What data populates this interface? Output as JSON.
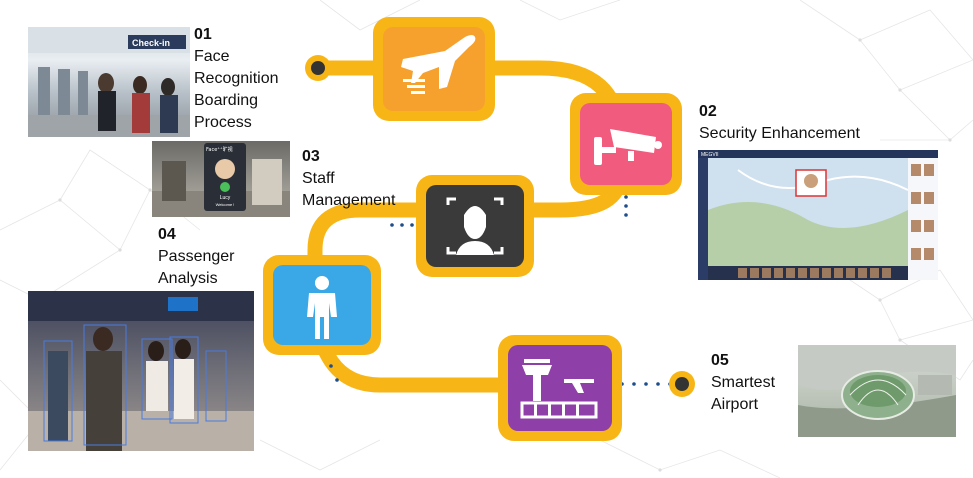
{
  "steps": [
    {
      "num": "01",
      "lines": [
        "Face",
        "Recognition",
        "Boarding",
        "Process"
      ],
      "icon": "airplane-icon",
      "tile_color": "#f6a12e"
    },
    {
      "num": "02",
      "lines": [
        "Security Enhancement"
      ],
      "icon": "security-camera-icon",
      "tile_color": "#f15b7d"
    },
    {
      "num": "03",
      "lines": [
        "Staff",
        "Management"
      ],
      "icon": "face-scan-icon",
      "tile_color": "#3a3a3a"
    },
    {
      "num": "04",
      "lines": [
        "Passenger",
        "Analysis"
      ],
      "icon": "person-icon",
      "tile_color": "#3aa8e6"
    },
    {
      "num": "05",
      "lines": [
        "Smartest",
        "Airport"
      ],
      "icon": "airport-tower-icon",
      "tile_color": "#8e3fa8"
    }
  ],
  "path_color": "#f8b616",
  "endpoint_color": "#333333",
  "screens": {
    "staff_terminal_brand": "Face⁺⁺旷视",
    "staff_terminal_name": "Lucy",
    "staff_terminal_msg": "Welcome !",
    "checkin_sign": "Check-in",
    "security_app_brand": "MEGVII"
  }
}
